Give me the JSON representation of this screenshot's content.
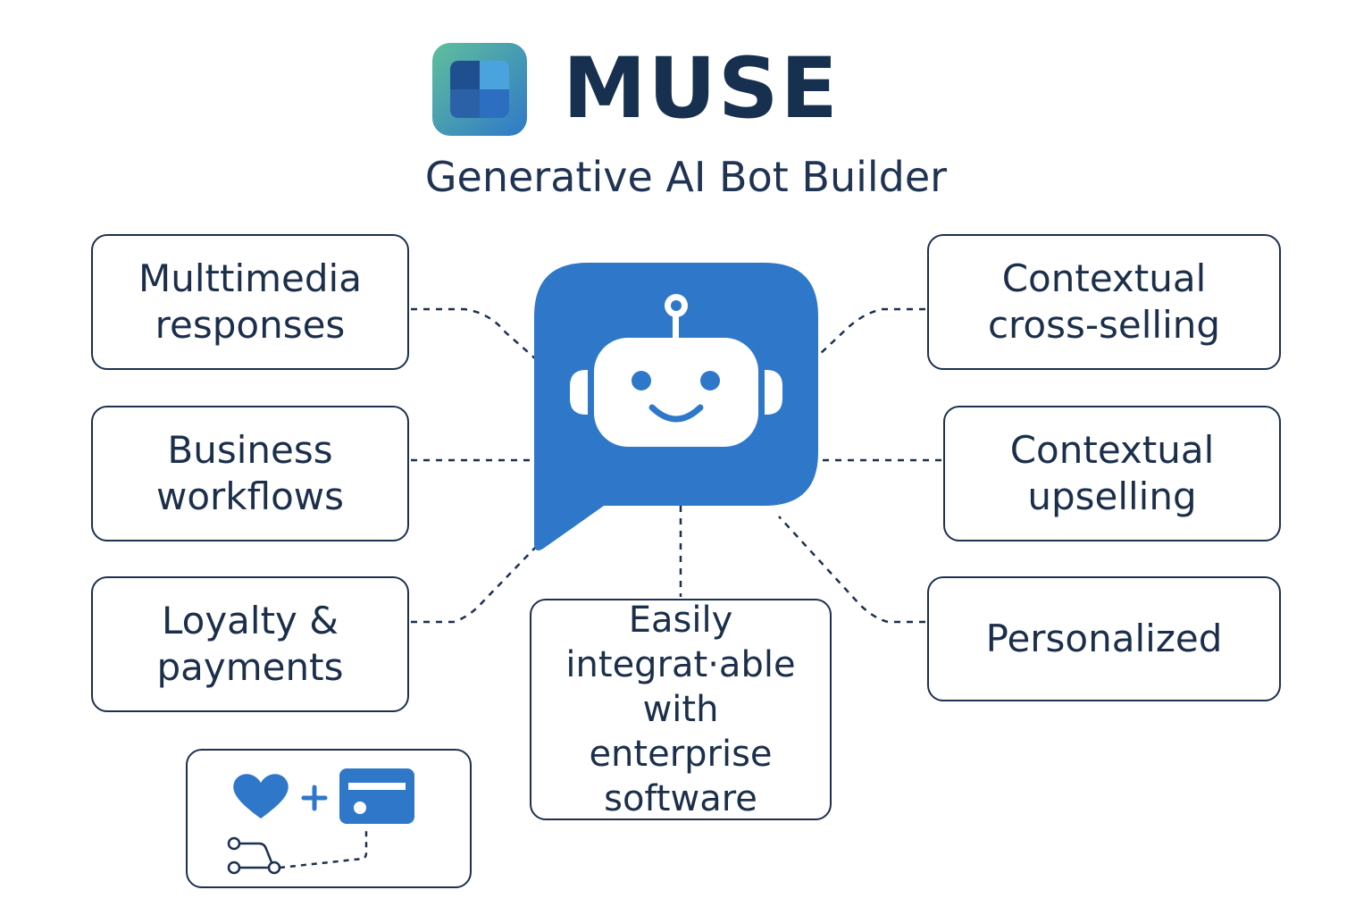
{
  "brand": {
    "name": "MUSE",
    "tagline": "Generative AI Bot Builder",
    "logo_icon": "app-logo-icon"
  },
  "center": {
    "icon": "chat-bubble-robot-icon",
    "color": "#2f78c9"
  },
  "colors": {
    "ink": "#1b2f4b",
    "accent": "#2f78c9",
    "connector": "#1c3050"
  },
  "nodes": {
    "multimedia": {
      "line1": "Multtimedia",
      "line2": "responses"
    },
    "business": {
      "line1": "Business",
      "line2": "workflows"
    },
    "loyalty": {
      "line1": "Loyalty &",
      "line2": "payments"
    },
    "cross": {
      "line1": "Contextual",
      "line2": "cross-selling"
    },
    "upsell": {
      "line1": "Contextual",
      "line2": "upselling"
    },
    "personal": {
      "line1": "Personalized"
    },
    "integration": {
      "line1": "Easily",
      "line2": "integrat·able",
      "line3": "with enterprise",
      "line4": "software"
    }
  },
  "loyalty_card": {
    "icons": [
      "heart-icon",
      "plus-icon",
      "credit-card-icon",
      "flow-nodes-icon"
    ]
  }
}
